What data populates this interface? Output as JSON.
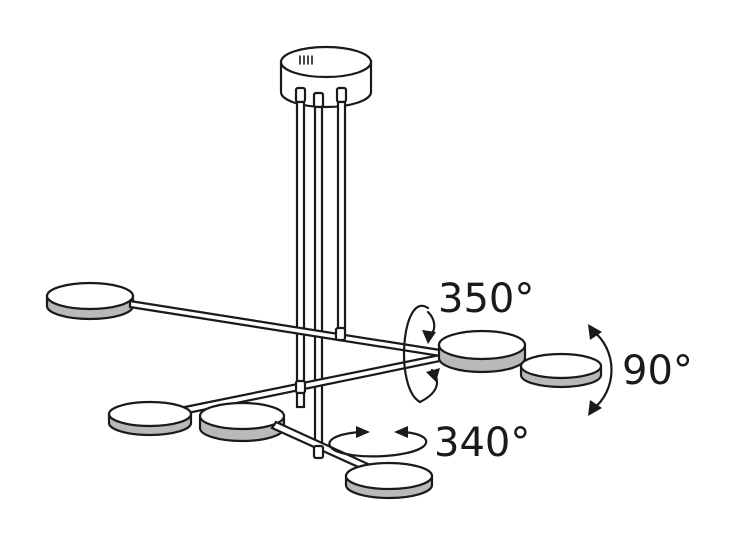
{
  "annotations": {
    "tilt": "350°",
    "swivel": "90°",
    "rotate": "340°"
  },
  "colors": {
    "line": "#1a1a1a",
    "shade": "#b9b9b9",
    "background": "#ffffff"
  }
}
